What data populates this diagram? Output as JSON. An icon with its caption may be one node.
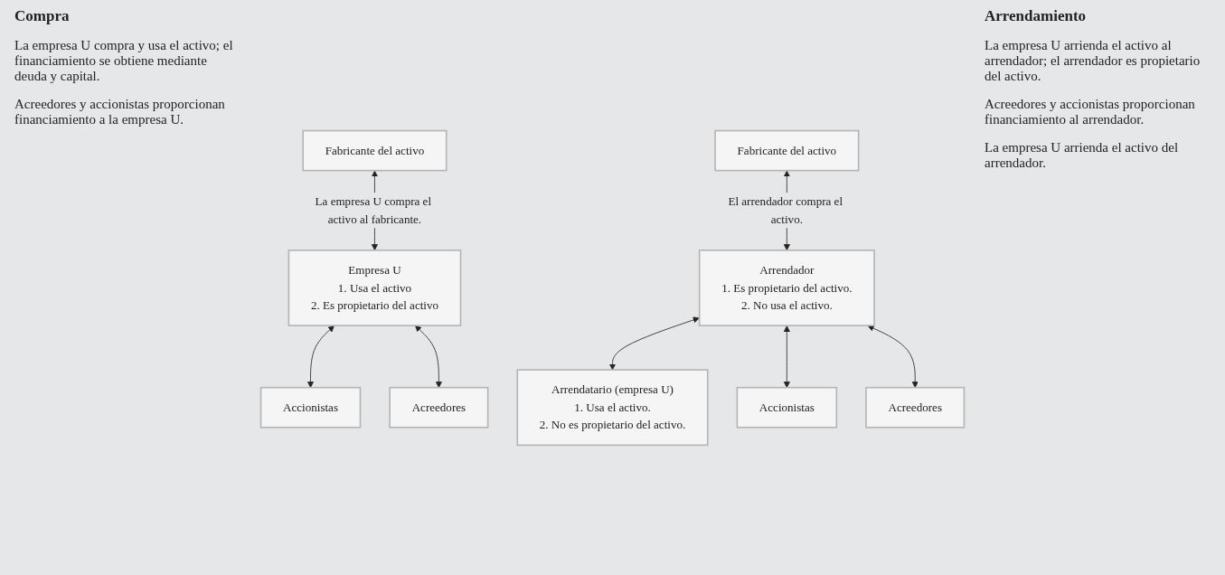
{
  "diagram": {
    "nodes": [
      {
        "text": [
          "Fabricante del activo"
        ]
      },
      {
        "text": [
          "Empresa U",
          "1. Usa el activo",
          "2. Es propietario del activo"
        ]
      },
      {
        "text": [
          "Accionistas"
        ]
      },
      {
        "text": [
          "Acreedores"
        ]
      },
      {
        "text": [
          "Fabricante del activo"
        ]
      },
      {
        "text": [
          "Arrendador",
          "1. Es propietario del activo.",
          "2. No usa el activo."
        ]
      },
      {
        "text": [
          "Arrendatario (empresa U)",
          "1. Usa el activo.",
          "2. No es propietario del activo."
        ]
      },
      {
        "text": [
          "Accionistas"
        ]
      },
      {
        "text": [
          "Acreedores"
        ]
      }
    ],
    "edges": [
      {
        "from": 0,
        "to": 1,
        "arrow": "both",
        "label": "La empresa U compra el activo al fabricante."
      },
      {
        "from": 1,
        "to": 2,
        "arrow": "both"
      },
      {
        "from": 1,
        "to": 3,
        "arrow": "both"
      },
      {
        "from": 4,
        "to": 5,
        "arrow": "both",
        "label": "El arrendador compra el activo."
      },
      {
        "from": 5,
        "to": 6,
        "arrow": "both"
      },
      {
        "from": 5,
        "to": 7,
        "arrow": "both"
      },
      {
        "from": 5,
        "to": 8,
        "arrow": "both"
      }
    ],
    "labels": [
      "Compra",
      "La empresa U compra y usa el activo; el financiamiento se obtiene mediante deuda y capital.",
      "Acreedores y accionistas proporcionan financiamiento a la empresa U.",
      "Arrendamiento",
      "La empresa U arrienda el activo al arrendador; el arrendador es propietario del activo.",
      "Acreedores y accionistas proporcionan financiamiento al arrendador.",
      "La empresa U arrienda el activo del arrendador."
    ]
  }
}
